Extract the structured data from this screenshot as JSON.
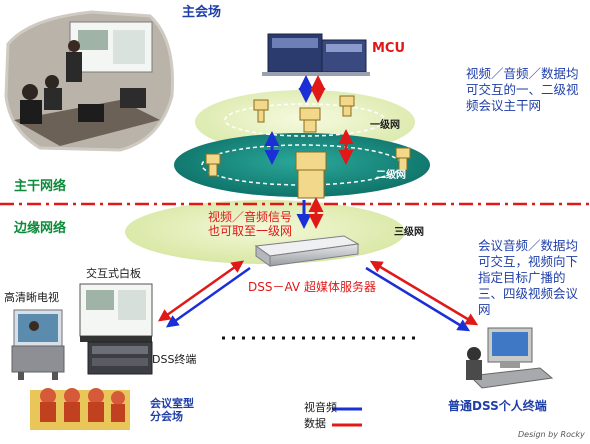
{
  "labels": {
    "main_venue": "主会场",
    "mcu": "MCU",
    "level1": "一级网",
    "level2": "二级网",
    "level3": "三级网",
    "backbone": "主干网络",
    "edge": "边缘网络",
    "signal_note_line1": "视频／音频信号",
    "signal_note_line2": "也可取至一级网",
    "server": "DSS－AV 超媒体服务器",
    "whiteboard": "交互式白板",
    "hdtv": "高清晰电视",
    "dss_terminal": "DSS终端",
    "meeting_room": "会议室型\n分会场",
    "personal_terminal": "普通DSS个人终端",
    "legend_av": "视音频",
    "legend_data": "数据",
    "signature": "Design by Rocky"
  },
  "notes": {
    "backbone_desc": "视频／音频／数据均可交互的一、二级视频会议主干网",
    "edge_desc": "会议音频／数据均可交互，视频向下指定目标广播的三、四级视频会议网"
  },
  "colors": {
    "av_line": "#1b2fd6",
    "data_line": "#e01818",
    "ellipse_light": "#e4efbf",
    "ellipse_teal": "#14877c",
    "text_blue": "#1f3fa8",
    "text_green": "#0c8a3a"
  }
}
